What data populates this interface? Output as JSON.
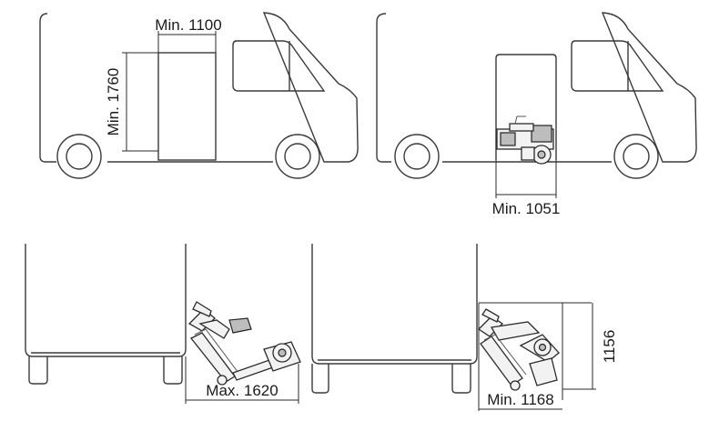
{
  "panels": {
    "van_left": {
      "width_label": "Min. 1100",
      "height_label": "Min. 1760"
    },
    "van_right": {
      "width_label": "Min. 1051"
    },
    "cross_left": {
      "width_label": "Max. 1620"
    },
    "cross_right": {
      "width_label": "Min. 1168",
      "height_label": "1156"
    }
  }
}
